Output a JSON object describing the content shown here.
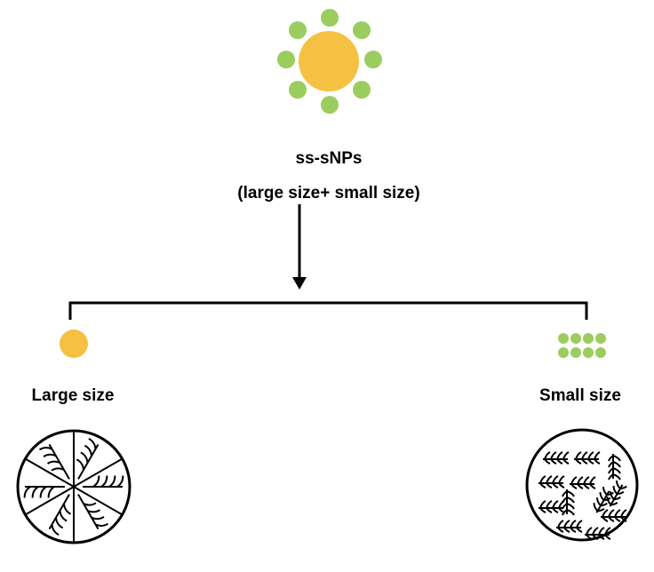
{
  "title": "ss-sNPs",
  "subtitle": "(large size+ small size)",
  "left_label": "Large size",
  "right_label": "Small size",
  "colors": {
    "core": "#F5C142",
    "ligand": "#9ACD5E",
    "line": "#000000"
  }
}
